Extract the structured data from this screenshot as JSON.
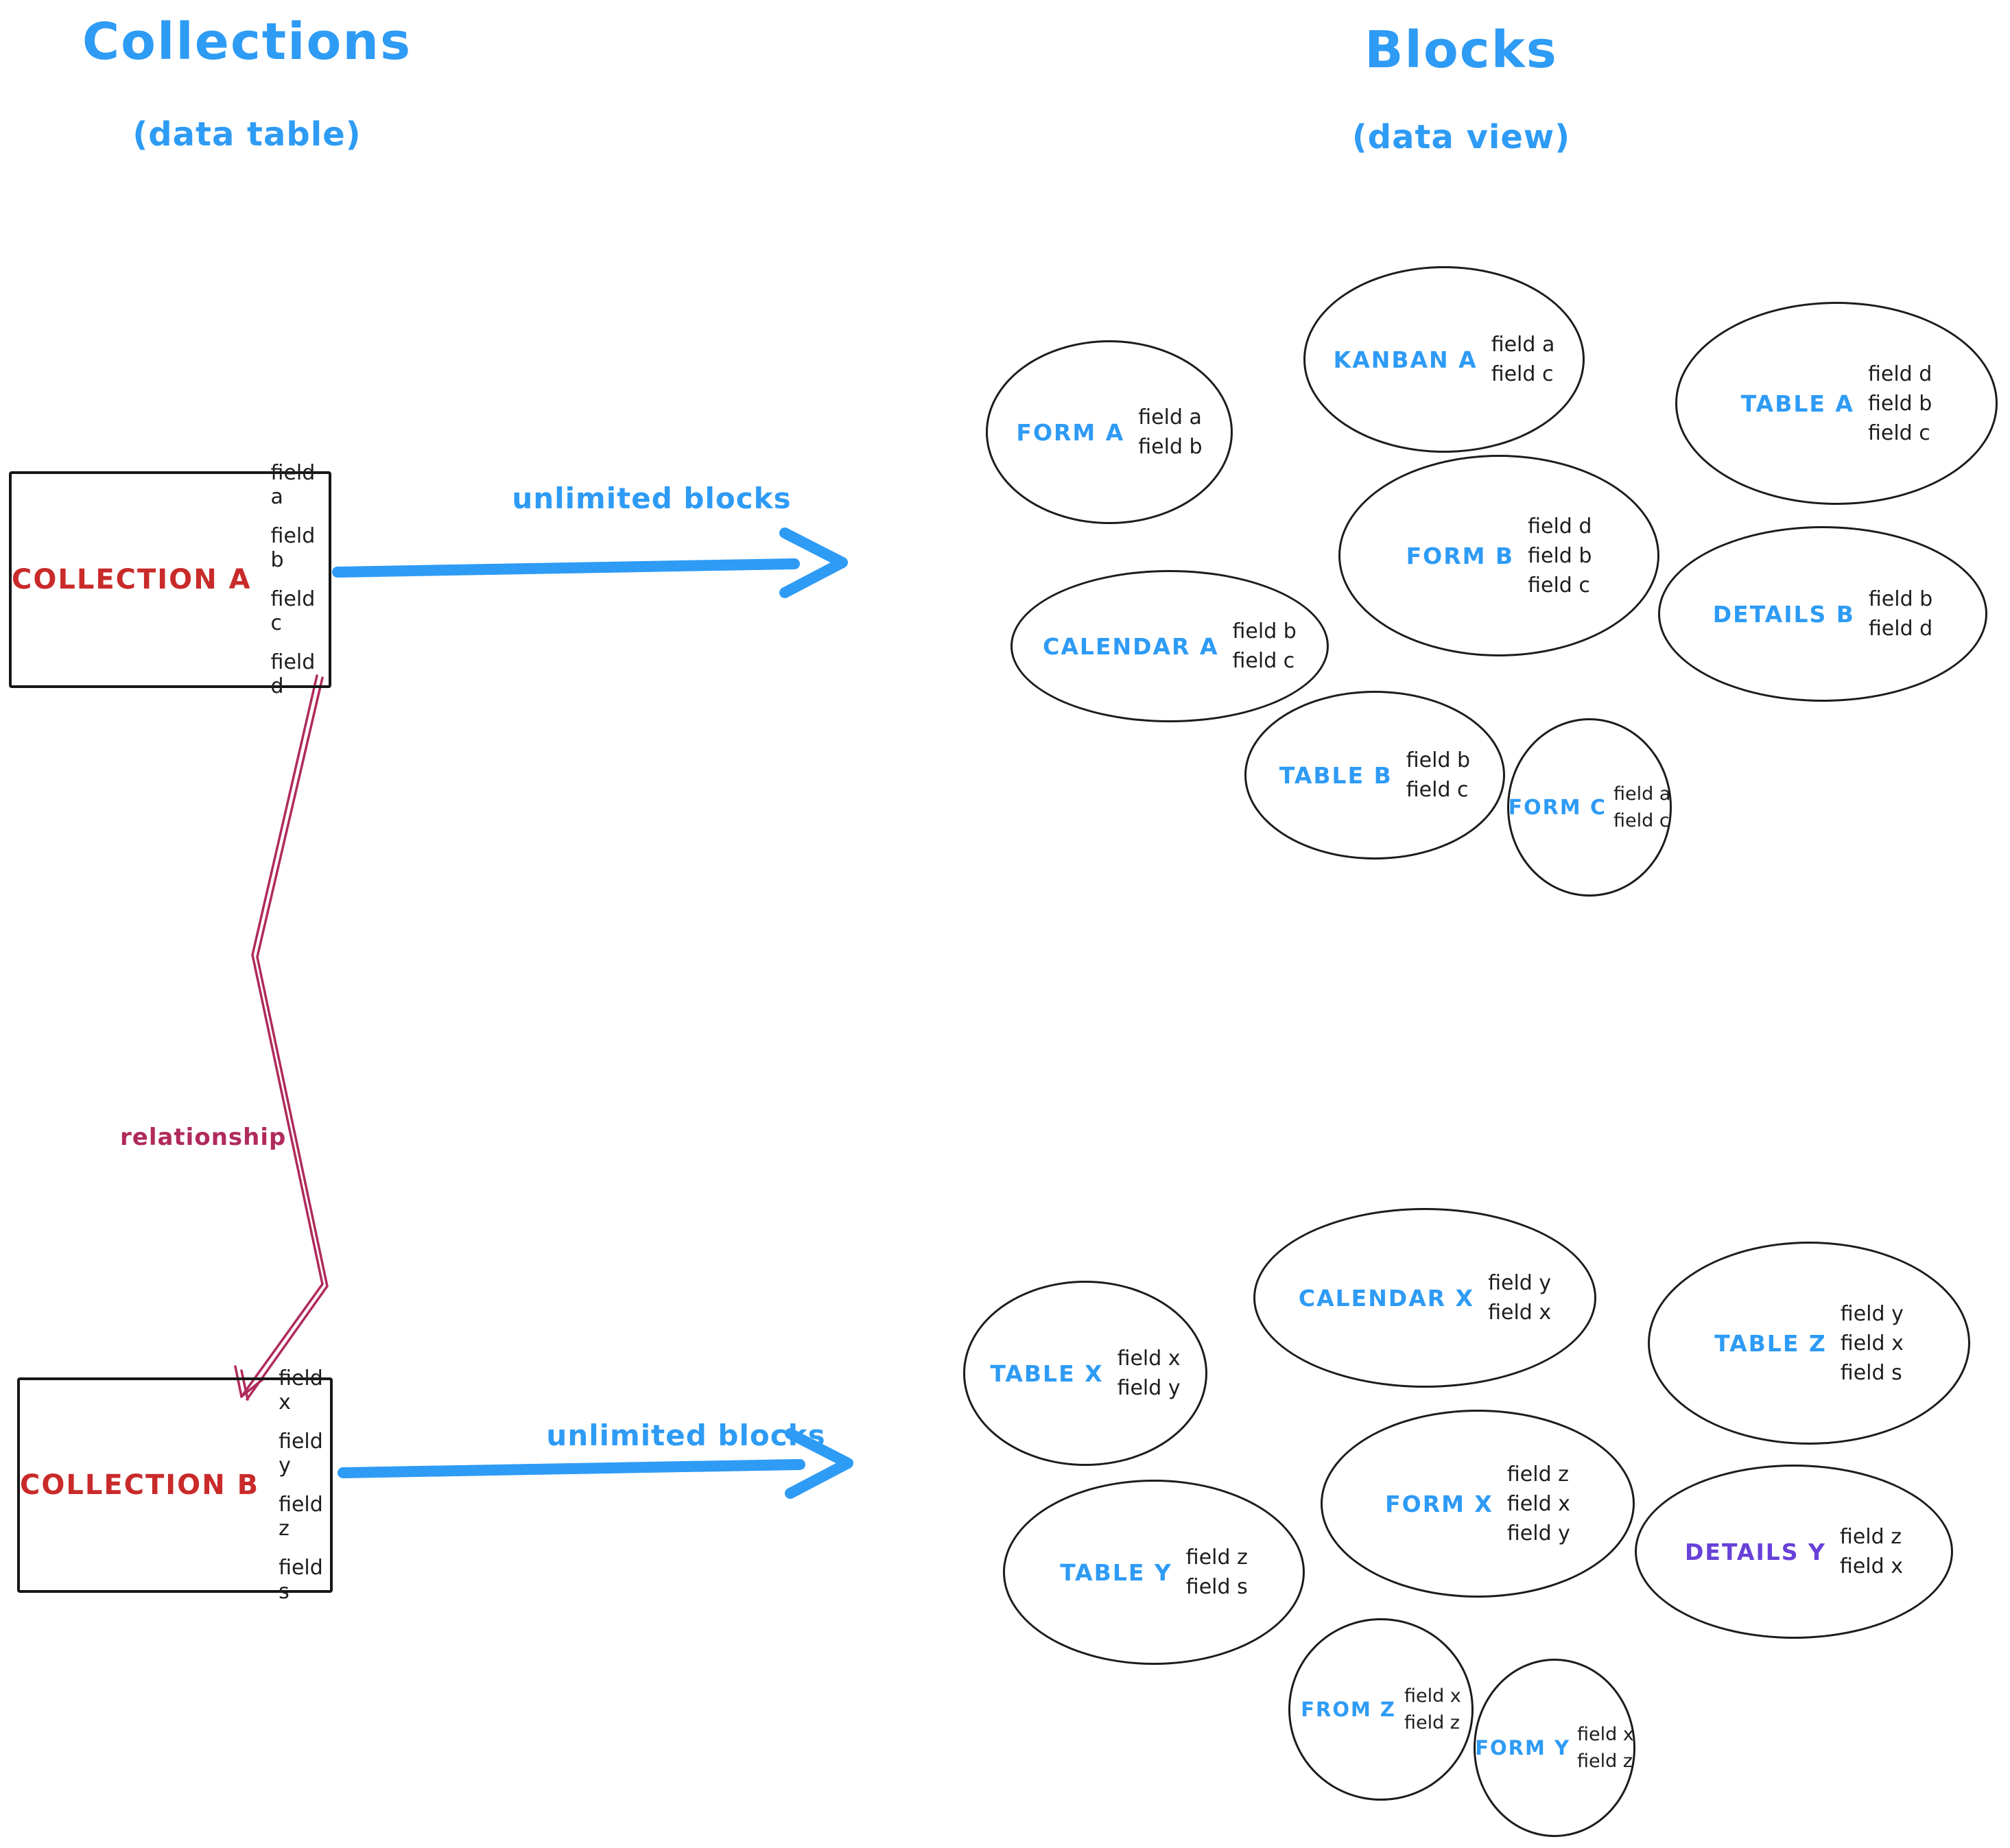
{
  "titles": {
    "left_title": "Collections",
    "left_subtitle": "(data table)",
    "right_title": "Blocks",
    "right_subtitle": "(data view)"
  },
  "arrows": {
    "top_label": "unlimited blocks",
    "bottom_label": "unlimited blocks",
    "relationship_label": "relationship"
  },
  "collections": [
    {
      "name": "COLLECTION A",
      "fields": [
        "field a",
        "field b",
        "field c",
        "field d"
      ]
    },
    {
      "name": "COLLECTION B",
      "fields": [
        "field x",
        "field y",
        "field z",
        "field s"
      ]
    }
  ],
  "blocks_a": [
    {
      "name": "FORM A",
      "fields": [
        "field a",
        "field b"
      ]
    },
    {
      "name": "KANBAN A",
      "fields": [
        "field a",
        "field c"
      ]
    },
    {
      "name": "TABLE A",
      "fields": [
        "field d",
        "field b",
        "field c"
      ]
    },
    {
      "name": "CALENDAR A",
      "fields": [
        "field b",
        "field c"
      ]
    },
    {
      "name": "FORM B",
      "fields": [
        "field d",
        "field b",
        "field c"
      ]
    },
    {
      "name": "DETAILS B",
      "fields": [
        "field b",
        "field d"
      ]
    },
    {
      "name": "TABLE B",
      "fields": [
        "field b",
        "field c"
      ]
    },
    {
      "name": "FORM C",
      "fields": [
        "field a",
        "field c"
      ]
    }
  ],
  "blocks_b": [
    {
      "name": "TABLE X",
      "fields": [
        "field x",
        "field y"
      ]
    },
    {
      "name": "CALENDAR X",
      "fields": [
        "field y",
        "field x"
      ]
    },
    {
      "name": "TABLE Z",
      "fields": [
        "field y",
        "field x",
        "field s"
      ]
    },
    {
      "name": "TABLE Y",
      "fields": [
        "field z",
        "field s"
      ]
    },
    {
      "name": "FORM X",
      "fields": [
        "field z",
        "field x",
        "field y"
      ]
    },
    {
      "name": "DETAILS Y",
      "fields": [
        "field z",
        "field x"
      ]
    },
    {
      "name": "FROM Z",
      "fields": [
        "field x",
        "field z"
      ]
    },
    {
      "name": "FORM Y",
      "fields": [
        "field x",
        "field z"
      ]
    }
  ],
  "colors": {
    "blue": "#2e9bf5",
    "red": "#c92a2a",
    "relationship_crimson": "#b02a5c",
    "purple": "#6741d9",
    "ink": "#1c1c1c"
  }
}
